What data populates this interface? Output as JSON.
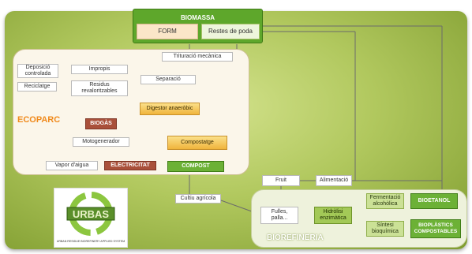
{
  "header": {
    "title": "BIOMASSA",
    "form": "FORM",
    "restes": "Restes de poda"
  },
  "ecoparc": {
    "label": "ECOPARC",
    "trituracio": "Trituració mecànica",
    "deposicio": "Deposició\ncontrolada",
    "impropis": "Impropis",
    "separacio": "Separació",
    "reciclatge": "Reciclatge",
    "residus": "Residus\nrevaloritzables",
    "digestor": "Digestor anaeròbic",
    "biogas": "BIOGÀS",
    "motogenerador": "Motogenerador",
    "compostatge": "Compostatge",
    "vapor": "Vapor d'aigua",
    "electricitat": "ELECTRICITAT",
    "compost": "COMPOST"
  },
  "cultiu": "Cultiu agrícola",
  "fruit": "Fruit",
  "alimentacio": "Alimentació",
  "biorefineria": {
    "label": "BIOREFINERIA",
    "fulles": "Fulles,\npalla...",
    "hidrolisi": "Hidròlisi\nenzimàtica",
    "fermentacio": "Fermentació\nalcohòlica",
    "bioetanol": "BIOETANOL",
    "sintesi": "Síntesi\nbioquímica",
    "bioplastics": "BIOPLÀSTICS\nCOMPOSTABLES"
  },
  "logo": {
    "text": "URBAS",
    "tagline": "URBAN RESIDUE BIOREFINERY APPLIED SYSTEM"
  },
  "colors": {
    "frame": "#9cb84a",
    "header": "#5ea72b",
    "ecoparc_label": "#f08a1c",
    "biorefineria_label": "#ffffff"
  }
}
